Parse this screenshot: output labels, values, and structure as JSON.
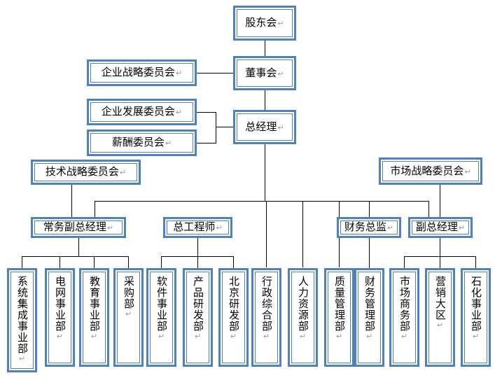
{
  "document": {
    "type": "organization-chart",
    "title": "公司组织架构图",
    "return_mark": "↵",
    "colors": {
      "box_border": "#4f81bd",
      "box_fill": "#ffffff",
      "connector": "#000000",
      "text": "#000000",
      "return_mark": "#9a9a9a"
    }
  },
  "nodes": {
    "shareholders_meeting": {
      "label": "股东会",
      "level": "governance"
    },
    "board_of_directors": {
      "label": "董事会",
      "level": "governance"
    },
    "general_manager": {
      "label": "总经理",
      "level": "executive"
    },
    "corporate_strategy_committee": {
      "label": "企业战略委员会",
      "level": "committee"
    },
    "corporate_development_committee": {
      "label": "企业发展委员会",
      "level": "committee"
    },
    "compensation_committee": {
      "label": "薪酬委员会",
      "level": "committee"
    },
    "technology_strategy_committee": {
      "label": "技术战略委员会",
      "level": "committee"
    },
    "market_strategy_committee": {
      "label": "市场战略委员会",
      "level": "committee"
    },
    "executive_deputy_gm": {
      "label": "常务副总经理",
      "level": "director"
    },
    "chief_engineer": {
      "label": "总工程师",
      "level": "director"
    },
    "cfo": {
      "label": "财务总监",
      "level": "director"
    },
    "deputy_gm": {
      "label": "副总经理",
      "level": "director"
    },
    "system_integration_div": {
      "label": "系统集成事业部",
      "level": "department"
    },
    "power_grid_div": {
      "label": "电网事业部",
      "level": "department"
    },
    "education_div": {
      "label": "教育事业部",
      "level": "department"
    },
    "procurement_dept": {
      "label": "采购部",
      "level": "department"
    },
    "software_div": {
      "label": "软件事业部",
      "level": "department"
    },
    "product_rd_dept": {
      "label": "产品研发部",
      "level": "department"
    },
    "beijing_rd_dept": {
      "label": "北京研发部",
      "level": "department"
    },
    "admin_general_dept": {
      "label": "行政综合部",
      "level": "department"
    },
    "human_resources_dept": {
      "label": "人力资源部",
      "level": "department"
    },
    "quality_management_dept": {
      "label": "质量管理部",
      "level": "department"
    },
    "financial_management_dept": {
      "label": "财务管理部",
      "level": "department"
    },
    "market_business_dept": {
      "label": "市场商务部",
      "level": "department"
    },
    "sales_region": {
      "label": "营销大区",
      "level": "department"
    },
    "petrochemical_div": {
      "label": "石化事业部",
      "level": "department"
    }
  }
}
